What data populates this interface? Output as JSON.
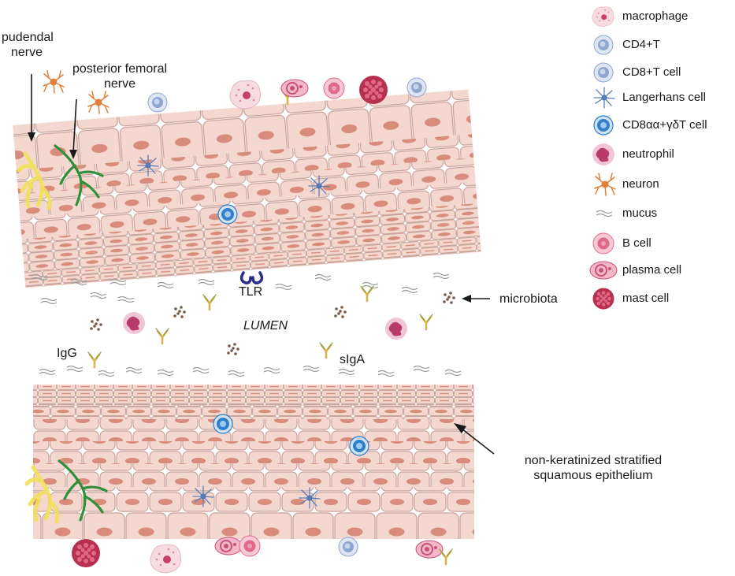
{
  "labels": {
    "pudendal_line1": "pudendal",
    "pudendal_line2": "nerve",
    "femoral_line1": "posterior femoral",
    "femoral_line2": "nerve",
    "tlr": "TLR",
    "microbiota": "microbiota",
    "lumen": "LUMEN",
    "igg": "IgG",
    "siga": "sIgA",
    "epithelium_line1": "non-keratinized stratified",
    "epithelium_line2": "squamous epithelium"
  },
  "legend": [
    {
      "icon": "macrophage-icon",
      "label": "macrophage"
    },
    {
      "icon": "cd4-t-cell-icon",
      "label": "CD4+T"
    },
    {
      "icon": "cd8-t-cell-icon",
      "label": "CD8+T cell"
    },
    {
      "icon": "langerhans-cell-icon",
      "label": "Langerhans cell"
    },
    {
      "icon": "cd8aa-gd-t-cell-icon",
      "label": "CD8αα+γδT cell"
    },
    {
      "icon": "neutrophil-icon",
      "label": "neutrophil"
    },
    {
      "icon": "neuron-icon",
      "label": "neuron"
    },
    {
      "icon": "mucus-icon",
      "label": "mucus"
    },
    {
      "icon": "b-cell-icon",
      "label": "B cell"
    },
    {
      "icon": "plasma-cell-icon",
      "label": "plasma cell"
    },
    {
      "icon": "mast-cell-icon",
      "label": "mast cell"
    }
  ],
  "colors": {
    "cell_fill": "#f4d7cf",
    "cell_border": "#c9a49a",
    "nucleus": "#d88c7c",
    "nerve_green": "#2f8f3a",
    "nerve_yellow": "#f1e05a",
    "t_cell": "#8fa7d0",
    "cd8aa_t_cell": "#2f7fc9",
    "neutrophil": "#b83a6a",
    "mast_cell": "#b8304f",
    "b_cell": "#e06a8a",
    "neuron": "#e0803a",
    "langerhans": "#5a7fb8",
    "tlr": "#2a2f8a",
    "antibody": "#d8b24a",
    "mucus": "#9a9a9a",
    "microbiota": "#7a5a4a"
  }
}
